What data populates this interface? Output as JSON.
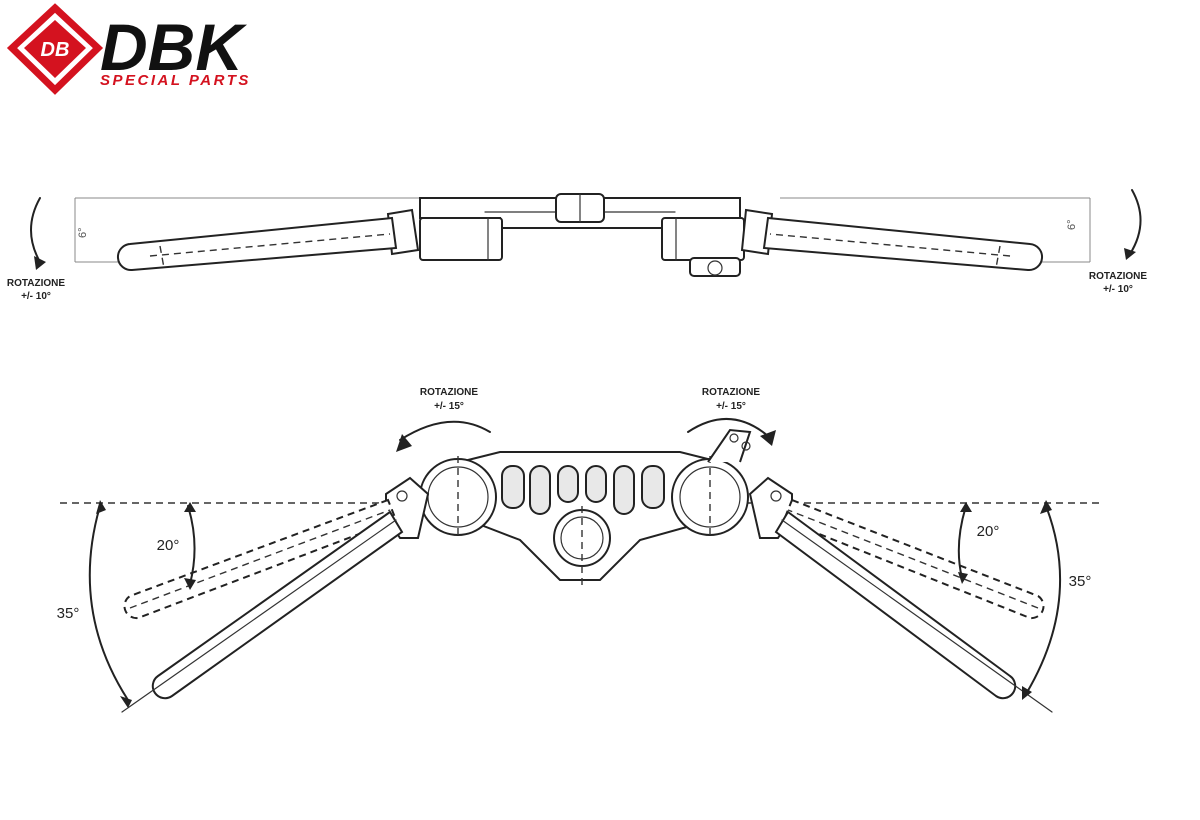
{
  "logo": {
    "brand": "DBK",
    "tagline": "SPECIAL PARTS",
    "badge": "DB",
    "colors": {
      "red": "#d4121f",
      "black": "#111111"
    }
  },
  "top_view": {
    "left_label": {
      "line1": "ROTAZIONE",
      "line2": "+/- 10°"
    },
    "right_label": {
      "line1": "ROTAZIONE",
      "line2": "+/- 10°"
    },
    "left_dim": "6°",
    "right_dim": "6°"
  },
  "bottom_view": {
    "left_rotation": {
      "line1": "ROTAZIONE",
      "line2": "+/- 15°"
    },
    "right_rotation": {
      "line1": "ROTAZIONE",
      "line2": "+/- 15°"
    },
    "left_angle_small": "20°",
    "left_angle_large": "35°",
    "right_angle_small": "20°",
    "right_angle_large": "35°"
  }
}
